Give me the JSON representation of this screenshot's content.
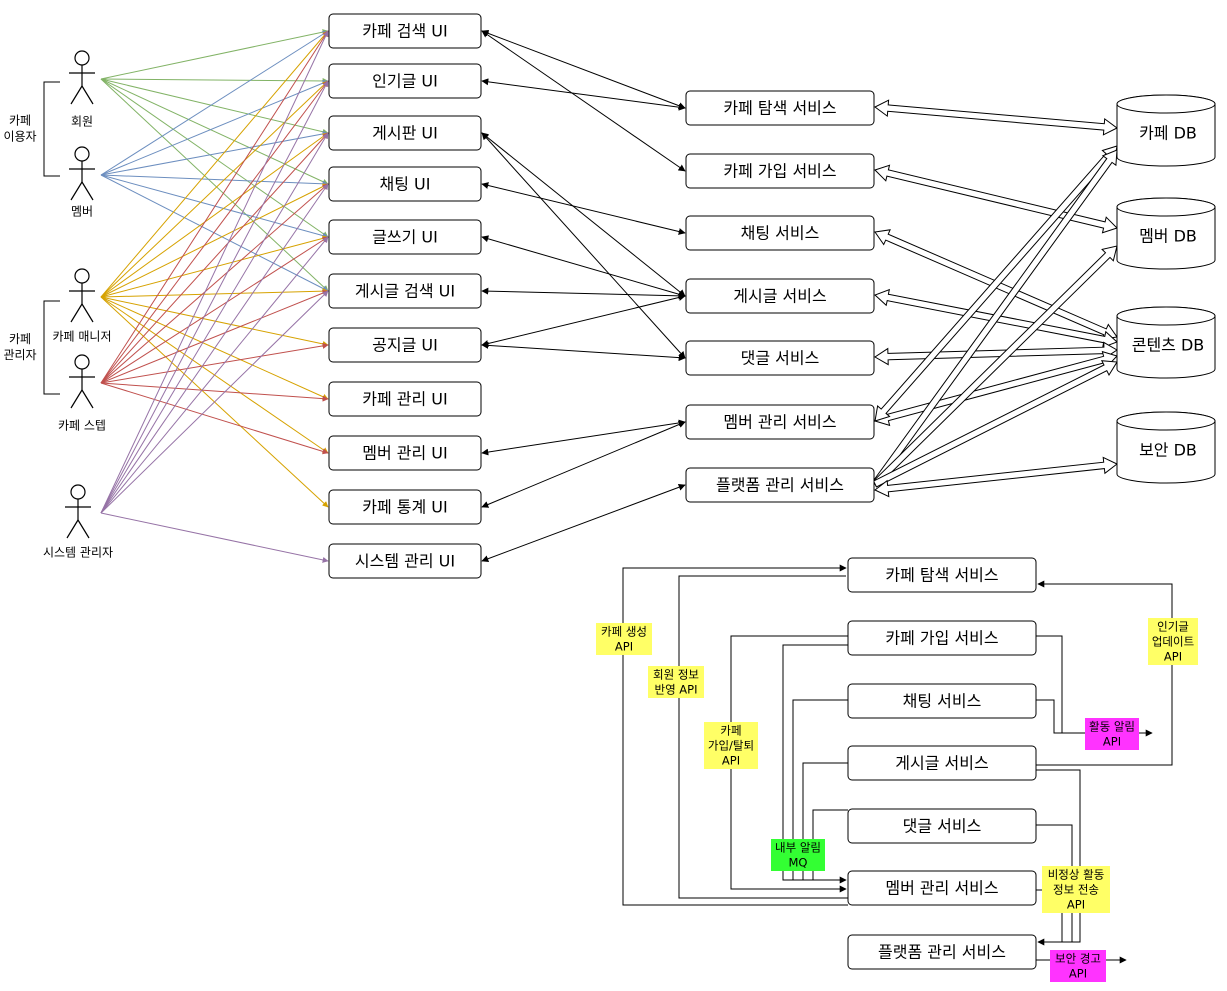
{
  "actor_groups": [
    {
      "id": "users",
      "label": [
        "카페",
        "이용자"
      ]
    },
    {
      "id": "admins",
      "label": [
        "카페",
        "관리자"
      ]
    }
  ],
  "actors": [
    {
      "id": "member",
      "label": "회원"
    },
    {
      "id": "mem",
      "label": "멤버"
    },
    {
      "id": "manager",
      "label": "카페 매니저"
    },
    {
      "id": "staff",
      "label": "카페 스텝"
    },
    {
      "id": "sysadmin",
      "label": "시스템 관리자"
    }
  ],
  "ui": [
    {
      "id": "u0",
      "label": "카페 검색 UI"
    },
    {
      "id": "u1",
      "label": "인기글 UI"
    },
    {
      "id": "u2",
      "label": "게시판 UI"
    },
    {
      "id": "u3",
      "label": "채팅 UI"
    },
    {
      "id": "u4",
      "label": "글쓰기 UI"
    },
    {
      "id": "u5",
      "label": "게시글 검색 UI"
    },
    {
      "id": "u6",
      "label": "공지글 UI"
    },
    {
      "id": "u7",
      "label": "카페 관리 UI"
    },
    {
      "id": "u8",
      "label": "멤버 관리 UI"
    },
    {
      "id": "u9",
      "label": "카페 통계 UI"
    },
    {
      "id": "u10",
      "label": "시스템 관리 UI"
    }
  ],
  "services": [
    {
      "id": "s0",
      "label": "카페 탐색 서비스"
    },
    {
      "id": "s1",
      "label": "카페 가입 서비스"
    },
    {
      "id": "s2",
      "label": "채팅 서비스"
    },
    {
      "id": "s3",
      "label": "게시글 서비스"
    },
    {
      "id": "s4",
      "label": "댓글 서비스"
    },
    {
      "id": "s5",
      "label": "멤버 관리 서비스"
    },
    {
      "id": "s6",
      "label": "플랫폼 관리 서비스"
    }
  ],
  "databases": [
    {
      "id": "d0",
      "label": "카페 DB"
    },
    {
      "id": "d1",
      "label": "멤버 DB"
    },
    {
      "id": "d2",
      "label": "콘텐츠 DB"
    },
    {
      "id": "d3",
      "label": "보안 DB"
    }
  ],
  "lower_services": [
    {
      "id": "l0",
      "label": "카페 탐색 서비스"
    },
    {
      "id": "l1",
      "label": "카페 가입 서비스"
    },
    {
      "id": "l2",
      "label": "채팅 서비스"
    },
    {
      "id": "l3",
      "label": "게시글 서비스"
    },
    {
      "id": "l4",
      "label": "댓글 서비스"
    },
    {
      "id": "l5",
      "label": "멤버 관리 서비스"
    },
    {
      "id": "l6",
      "label": "플랫폼 관리 서비스"
    }
  ],
  "api_labels": [
    {
      "id": "a_create",
      "lines": [
        "카페 생성",
        "API"
      ],
      "color": "#ffff66"
    },
    {
      "id": "a_reflect",
      "lines": [
        "회원 정보",
        "반영 API"
      ],
      "color": "#ffff66"
    },
    {
      "id": "a_join",
      "lines": [
        "카페",
        "가입/탈퇴",
        "API"
      ],
      "color": "#ffff66"
    },
    {
      "id": "a_mq",
      "lines": [
        "내부 알림",
        "MQ"
      ],
      "color": "#33ff33"
    },
    {
      "id": "a_popular",
      "lines": [
        "인기글",
        "업데이트",
        "API"
      ],
      "color": "#ffff66"
    },
    {
      "id": "a_activity",
      "lines": [
        "활동 알림",
        "API"
      ],
      "color": "#ff33ff"
    },
    {
      "id": "a_abnormal",
      "lines": [
        "비정상 활동",
        "정보 전송",
        "API"
      ],
      "color": "#ffff66"
    },
    {
      "id": "a_security",
      "lines": [
        "보안 경고",
        "API"
      ],
      "color": "#ff33ff"
    }
  ],
  "edge_colors": {
    "member": "#82b366",
    "mem": "#6c8ebf",
    "manager": "#d6a200",
    "staff": "#c0504d",
    "sysadmin": "#9673a6",
    "line": "#000000"
  }
}
